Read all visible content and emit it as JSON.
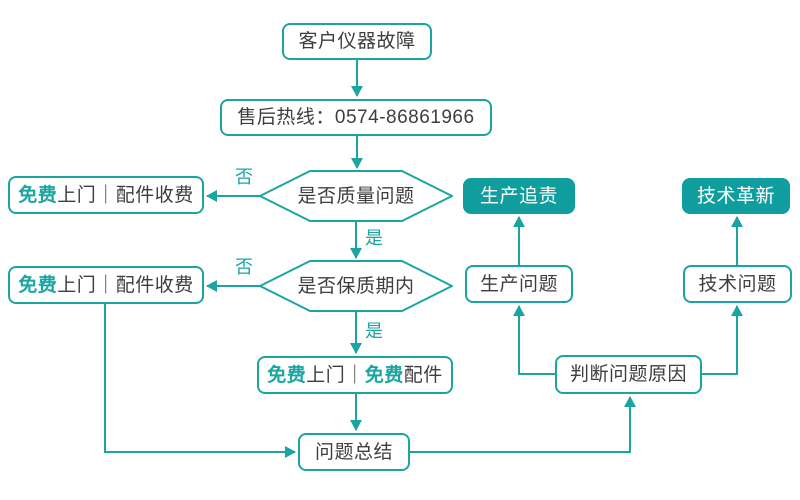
{
  "diagram": {
    "nodes": {
      "start": {
        "label": "客户仪器故障"
      },
      "hotline": {
        "label": "售后热线：0574-86861966"
      },
      "decision_quality": {
        "label": "是否质量问题"
      },
      "decision_warranty": {
        "label": "是否保质期内"
      },
      "free_visit_paid_parts_1": {
        "parts": [
          {
            "text": "免费",
            "highlight": true
          },
          {
            "text": "上门｜配件收费",
            "highlight": false
          }
        ]
      },
      "free_visit_paid_parts_2": {
        "parts": [
          {
            "text": "免费",
            "highlight": true
          },
          {
            "text": "上门｜配件收费",
            "highlight": false
          }
        ]
      },
      "free_visit_free_parts": {
        "parts": [
          {
            "text": "免费",
            "highlight": true
          },
          {
            "text": "上门｜",
            "highlight": false
          },
          {
            "text": "免费",
            "highlight": true
          },
          {
            "text": "配件",
            "highlight": false
          }
        ]
      },
      "problem_summary": {
        "label": "问题总结"
      },
      "judge_cause": {
        "label": "判断问题原因"
      },
      "production_problem": {
        "label": "生产问题"
      },
      "production_accountability": {
        "label": "生产追责"
      },
      "tech_problem": {
        "label": "技术问题"
      },
      "tech_innovation": {
        "label": "技术革新"
      }
    },
    "edge_labels": {
      "quality_no": "否",
      "quality_yes": "是",
      "warranty_no": "否",
      "warranty_yes": "是"
    },
    "colors": {
      "accent": "#1ba5a1",
      "filled_node_background": "#0f9e9d",
      "node_background": "#ffffff",
      "text_color": "#3e3e3e",
      "filled_node_text": "#ffffff",
      "page_background": "#ffffff"
    }
  }
}
